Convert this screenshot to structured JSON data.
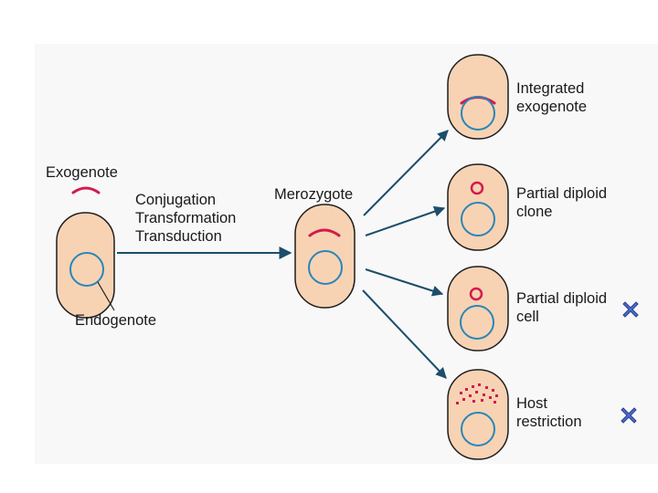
{
  "labels": {
    "exogenote": "Exogenote",
    "endogenote": "Endogenote",
    "merozygote": "Merozygote",
    "methods": [
      "Conjugation",
      "Transformation",
      "Transduction"
    ]
  },
  "outcomes": [
    {
      "lines": [
        "Integrated",
        "exogenote"
      ],
      "marker": false
    },
    {
      "lines": [
        "Partial diploid",
        "clone"
      ],
      "marker": false
    },
    {
      "lines": [
        "Partial diploid",
        "cell"
      ],
      "marker": true
    },
    {
      "lines": [
        "Host",
        "restriction"
      ],
      "marker": true
    }
  ],
  "colors": {
    "cell_fill": "#f7d3b4",
    "cell_stroke": "#1e1e1e",
    "nucleoid": "#2a86b8",
    "exogenote": "#d41a4c",
    "arrow": "#1c4e6b",
    "marker": "#4a6ed0"
  },
  "icons": [
    "x-marker-icon"
  ]
}
